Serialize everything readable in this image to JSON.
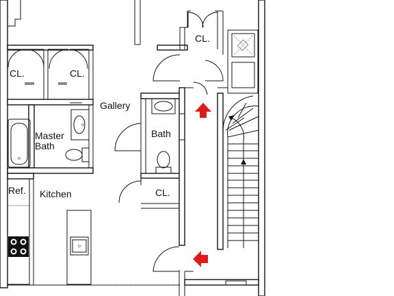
{
  "rooms": {
    "closet_top": "CL.",
    "closet_left_1": "CL.",
    "closet_left_2": "CL.",
    "gallery": "Gallery",
    "master_bath_line1": "Master",
    "master_bath_line2": "Bath",
    "bath": "Bath",
    "closet_hall": "CL.",
    "ref": "Ref.",
    "kitchen": "Kitchen"
  },
  "colors": {
    "walls": "#111111",
    "arrows": "#e3191c",
    "background": "#ffffff"
  },
  "icons": [
    "red-arrow-up-icon",
    "red-arrow-left-icon",
    "stair-arrow-icon",
    "range-burners-icon",
    "sink-icon",
    "toilet-icon",
    "bathtub-icon",
    "skylight-icon"
  ]
}
